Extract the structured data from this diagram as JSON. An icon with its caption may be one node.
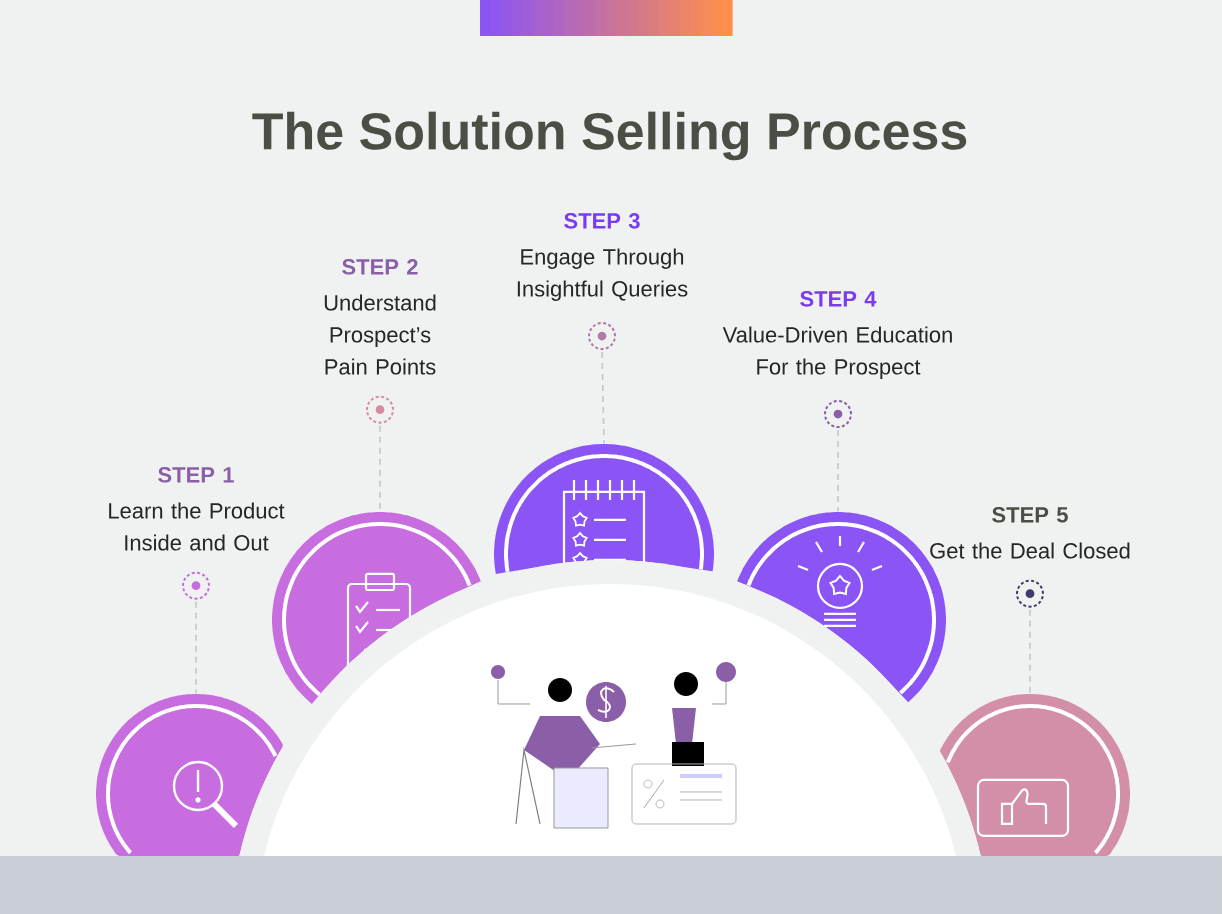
{
  "diagram": {
    "title": "The Solution Selling Process",
    "nodes": [
      {
        "text": [
          "STEP 1",
          "Learn the Product Inside and Out"
        ]
      },
      {
        "text": [
          "STEP 2",
          "Understand Prospect’s Pain Points"
        ]
      },
      {
        "text": [
          "STEP 3",
          "Engage Through Insightful Queries"
        ]
      },
      {
        "text": [
          "STEP 4",
          "Value-Driven Education For the Prospect"
        ]
      },
      {
        "text": [
          "STEP 5",
          "Get the Deal Closed"
        ]
      },
      {
        "text": [],
        "shape": "circle"
      },
      {
        "text": [],
        "shape": "circle"
      },
      {
        "text": [],
        "shape": "circle"
      },
      {
        "text": [],
        "shape": "circle"
      },
      {
        "text": [],
        "shape": "circle"
      },
      {
        "text": [],
        "shape": "circle"
      },
      {
        "text": [],
        "shape": "circle"
      },
      {
        "text": [],
        "shape": "circle"
      },
      {
        "text": [],
        "shape": "circle"
      },
      {
        "text": [],
        "shape": "circle"
      }
    ],
    "edges": [
      {
        "from": 10,
        "to": 5,
        "arrow": "none",
        "style": "dashed"
      },
      {
        "from": 11,
        "to": 6,
        "arrow": "none",
        "style": "dashed"
      },
      {
        "from": 12,
        "to": 7,
        "arrow": "none",
        "style": "dashed"
      },
      {
        "from": 13,
        "to": 8,
        "arrow": "none",
        "style": "dashed"
      },
      {
        "from": 14,
        "to": 9,
        "arrow": "none",
        "style": "dashed"
      }
    ]
  }
}
